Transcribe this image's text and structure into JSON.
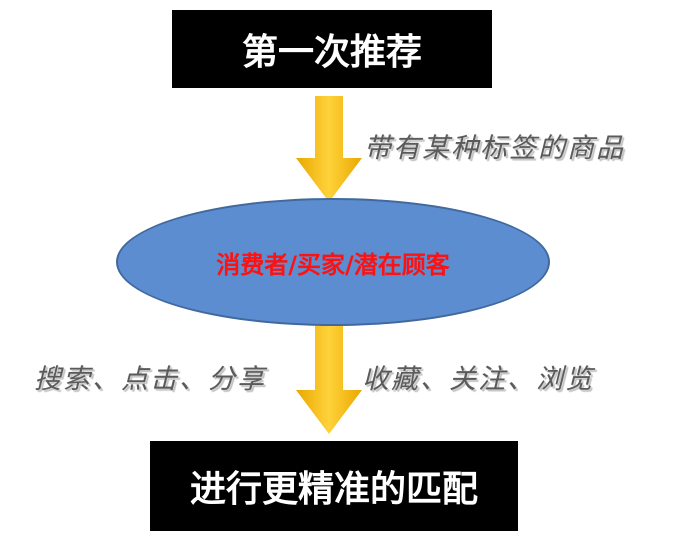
{
  "diagram": {
    "top_box": {
      "label": "第一次推荐"
    },
    "top_arrow_note": "带有某种标签的商品",
    "ellipse": {
      "label": "消费者/买家/潜在顾客"
    },
    "bottom_left_note": "搜索、点击、分享",
    "bottom_right_note": "收藏、关注、浏览",
    "bottom_box": {
      "label": "进行更精准的匹配"
    }
  },
  "colors": {
    "box_fill": "#000000",
    "box_text": "#ffffff",
    "arrow_fill": "#f7c012",
    "ellipse_fill": "#5b8dd0",
    "ellipse_text": "#ff1111",
    "note_text": "#5a5a5a"
  }
}
